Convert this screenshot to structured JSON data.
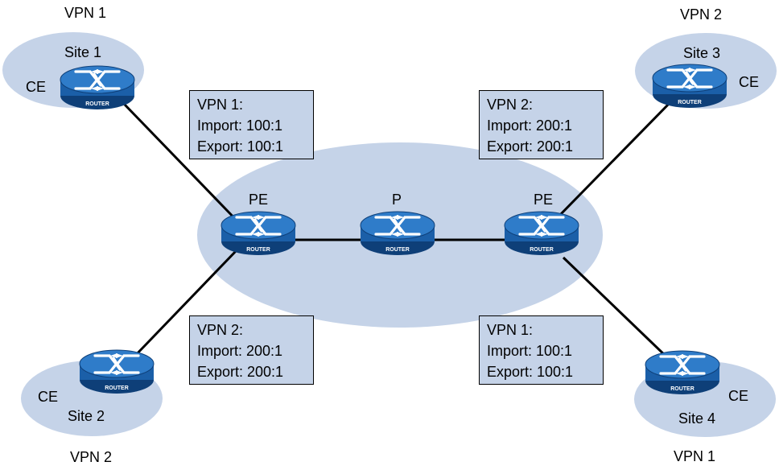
{
  "colors": {
    "cloud": "#c5d3e8",
    "router_body": "#1b5fa8",
    "router_edge": "#0e3f78",
    "router_top": "#2f7cc9",
    "link": "#000000"
  },
  "icon": "router-icon",
  "router_caption": "ROUTER",
  "labels": {
    "vpn_top_left": "VPN 1",
    "vpn_top_right": "VPN 2",
    "vpn_bottom_left": "VPN 2",
    "vpn_bottom_right": "VPN 1",
    "site1": "Site 1",
    "site2": "Site 2",
    "site3": "Site 3",
    "site4": "Site 4",
    "ce_site1": "CE",
    "ce_site2": "CE",
    "ce_site3": "CE",
    "ce_site4": "CE",
    "pe_left": "PE",
    "p_core": "P",
    "pe_right": "PE"
  },
  "boxes": {
    "top_left": {
      "vpn": "VPN 1:",
      "import": "Import: 100:1",
      "export": "Export: 100:1"
    },
    "top_right": {
      "vpn": "VPN 2:",
      "import": "Import: 200:1",
      "export": "Export: 200:1"
    },
    "bottom_left": {
      "vpn": "VPN 2:",
      "import": "Import: 200:1",
      "export": "Export: 200:1"
    },
    "bottom_right": {
      "vpn": "VPN 1:",
      "import": "Import: 100:1",
      "export": "Export: 100:1"
    }
  }
}
